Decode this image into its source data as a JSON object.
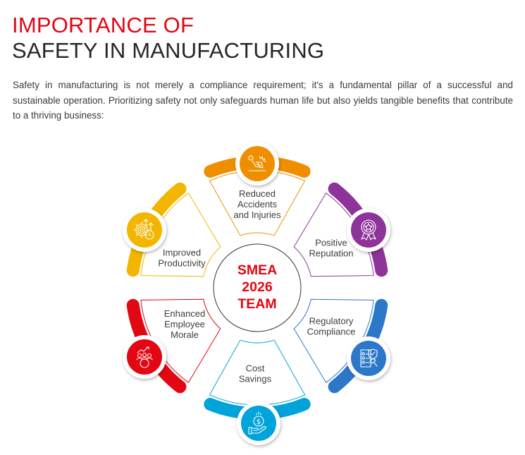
{
  "header": {
    "title_line1": "IMPORTANCE OF",
    "title_line2": "SAFETY IN MANUFACTURING"
  },
  "intro": {
    "text": "Safety in manufacturing is not merely a compliance requirement; it's a fundamental pillar of a successful and sustainable operation. Prioritizing safety not only safeguards human life but also yields tangible benefits that contribute to a thriving business:"
  },
  "center": {
    "lines": [
      "SMEA",
      "2026",
      "TEAM"
    ],
    "color": "#e30613"
  },
  "segments": [
    {
      "id": "reduced-accidents",
      "lines": [
        "Reduced",
        "Accidents",
        "and Injuries"
      ],
      "icon": "injury-icon",
      "color": "#ef8f00"
    },
    {
      "id": "positive-reputation",
      "lines": [
        "Positive",
        "Reputation"
      ],
      "icon": "award-ribbon-icon",
      "color": "#8e3399"
    },
    {
      "id": "regulatory-compliance",
      "lines": [
        "Regulatory",
        "Compliance"
      ],
      "icon": "compliance-checklist-icon",
      "color": "#2b78c9"
    },
    {
      "id": "cost-savings",
      "lines": [
        "Cost",
        "Savings"
      ],
      "icon": "money-hand-icon",
      "color": "#00a3da"
    },
    {
      "id": "enhanced-morale",
      "lines": [
        "Enhanced",
        "Employee",
        "Morale"
      ],
      "icon": "team-growth-icon",
      "color": "#e30613"
    },
    {
      "id": "improved-productivity",
      "lines": [
        "Improved",
        "Productivity"
      ],
      "icon": "gear-target-icon",
      "color": "#f2b600"
    }
  ]
}
